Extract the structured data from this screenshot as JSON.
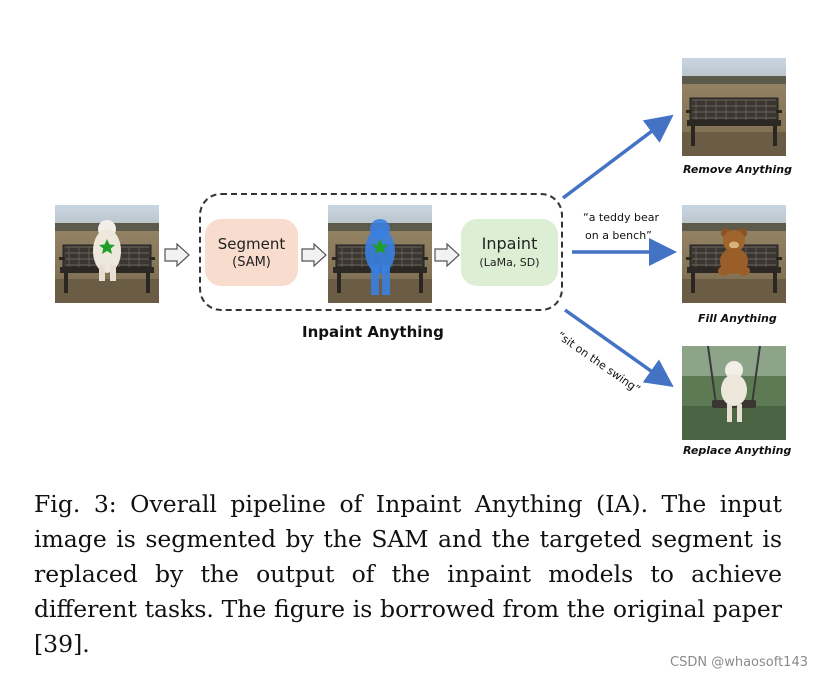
{
  "stages": {
    "segment": {
      "title": "Segment",
      "subtitle": "(SAM)"
    },
    "inpaint": {
      "title": "Inpaint",
      "subtitle": "(LaMa, SD)"
    }
  },
  "frame_title": "Inpaint Anything",
  "prompts": {
    "fill": [
      "“a teddy bear",
      "on a bench”"
    ],
    "replace": "“sit on the swing”"
  },
  "outputs": [
    {
      "label": "Remove Anything"
    },
    {
      "label": "Fill Anything"
    },
    {
      "label": "Replace Anything"
    }
  ],
  "caption": "Fig. 3: Overall pipeline of Inpaint Anything (IA). The input image is segmented by the SAM and the targeted segment is replaced by the output of the inpaint models to achieve different tasks. The figure is borrowed from the original paper [39].",
  "watermark": "CSDN @whaosoft143",
  "colors": {
    "arrow": "#4472c4",
    "segment_box": "#f8dccd",
    "inpaint_box": "#dcefd4",
    "mask": "#3a7fe0",
    "star": "#1e9e2a"
  }
}
